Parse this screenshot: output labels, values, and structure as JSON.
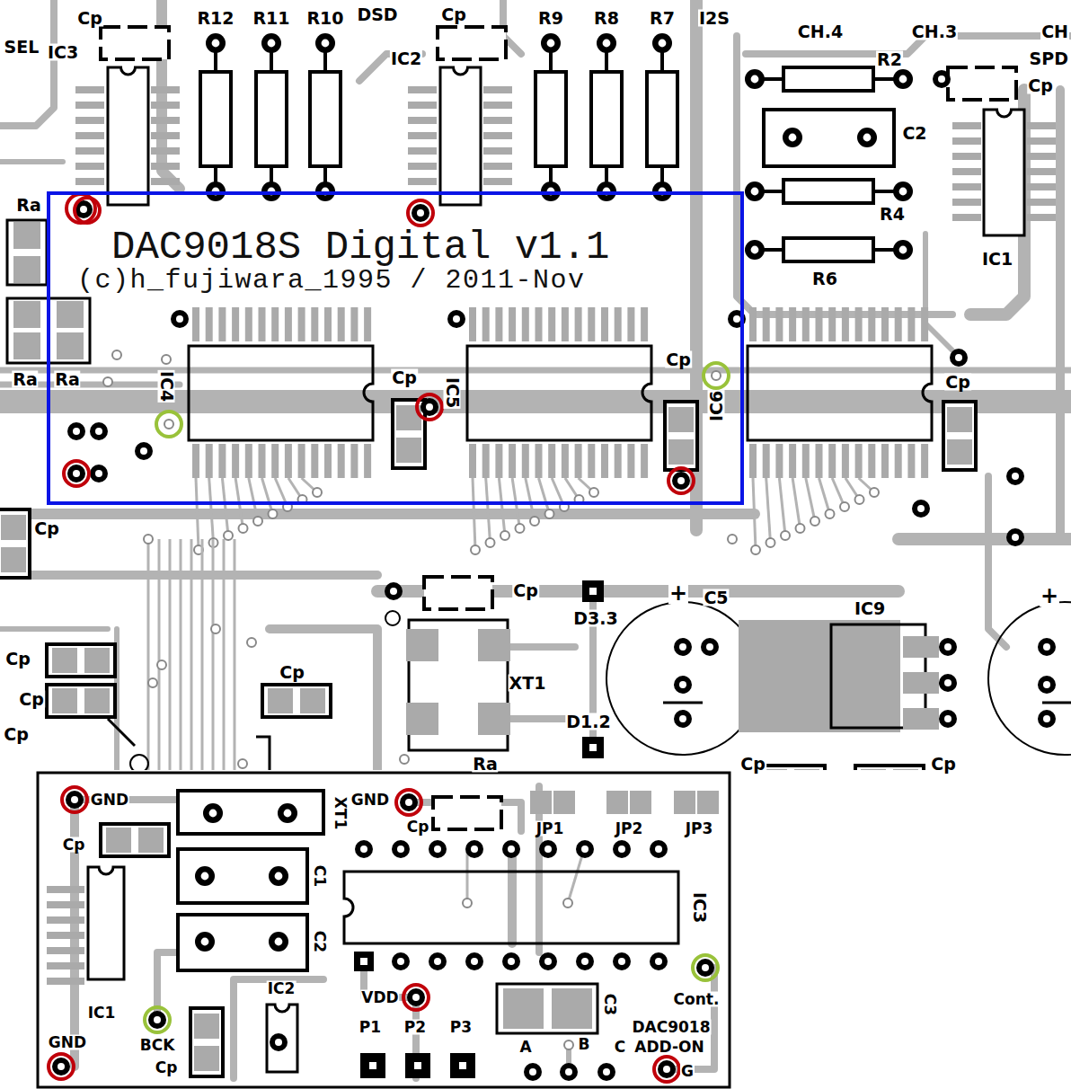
{
  "diagram": {
    "nodes": [
      {
        "text": [
          "DAC9018S Digital v1.1",
          "(c)h_fujiwara_1995 / 2011-Nov"
        ]
      }
    ],
    "labels": [
      "SEL",
      "IC3",
      "Cp",
      "R12",
      "R11",
      "R10",
      "DSD",
      "Cp",
      "IC2",
      "R9",
      "R8",
      "R7",
      "I2S",
      "CH.4",
      "CH.3",
      "CH",
      "SPD",
      "R2",
      "Cp",
      "C2",
      "R4",
      "IC1",
      "R6",
      "Ra",
      "Ra",
      "Ra",
      "IC4",
      "Cp",
      "IC5",
      "Cp",
      "IC6",
      "Cp",
      "Cp",
      "Cp",
      "D3.3",
      "+",
      "C5",
      "IC9",
      "+",
      "XT1",
      "D1.2",
      "Cp",
      "Cp",
      "Cp",
      "Cp",
      "Ra",
      "Cp",
      "Cp",
      "GND",
      "XT1",
      "GND",
      "Cp",
      "JP1",
      "JP2",
      "JP3",
      "Cp",
      "C1",
      "IC3",
      "C2",
      "IC1",
      "IC2",
      "VDD",
      "C3",
      "Cont.",
      "BCK",
      "Cp",
      "P1",
      "P2",
      "P3",
      "A",
      "B",
      "C",
      "DAC9018",
      "ADD-ON",
      "G",
      "GND"
    ]
  }
}
